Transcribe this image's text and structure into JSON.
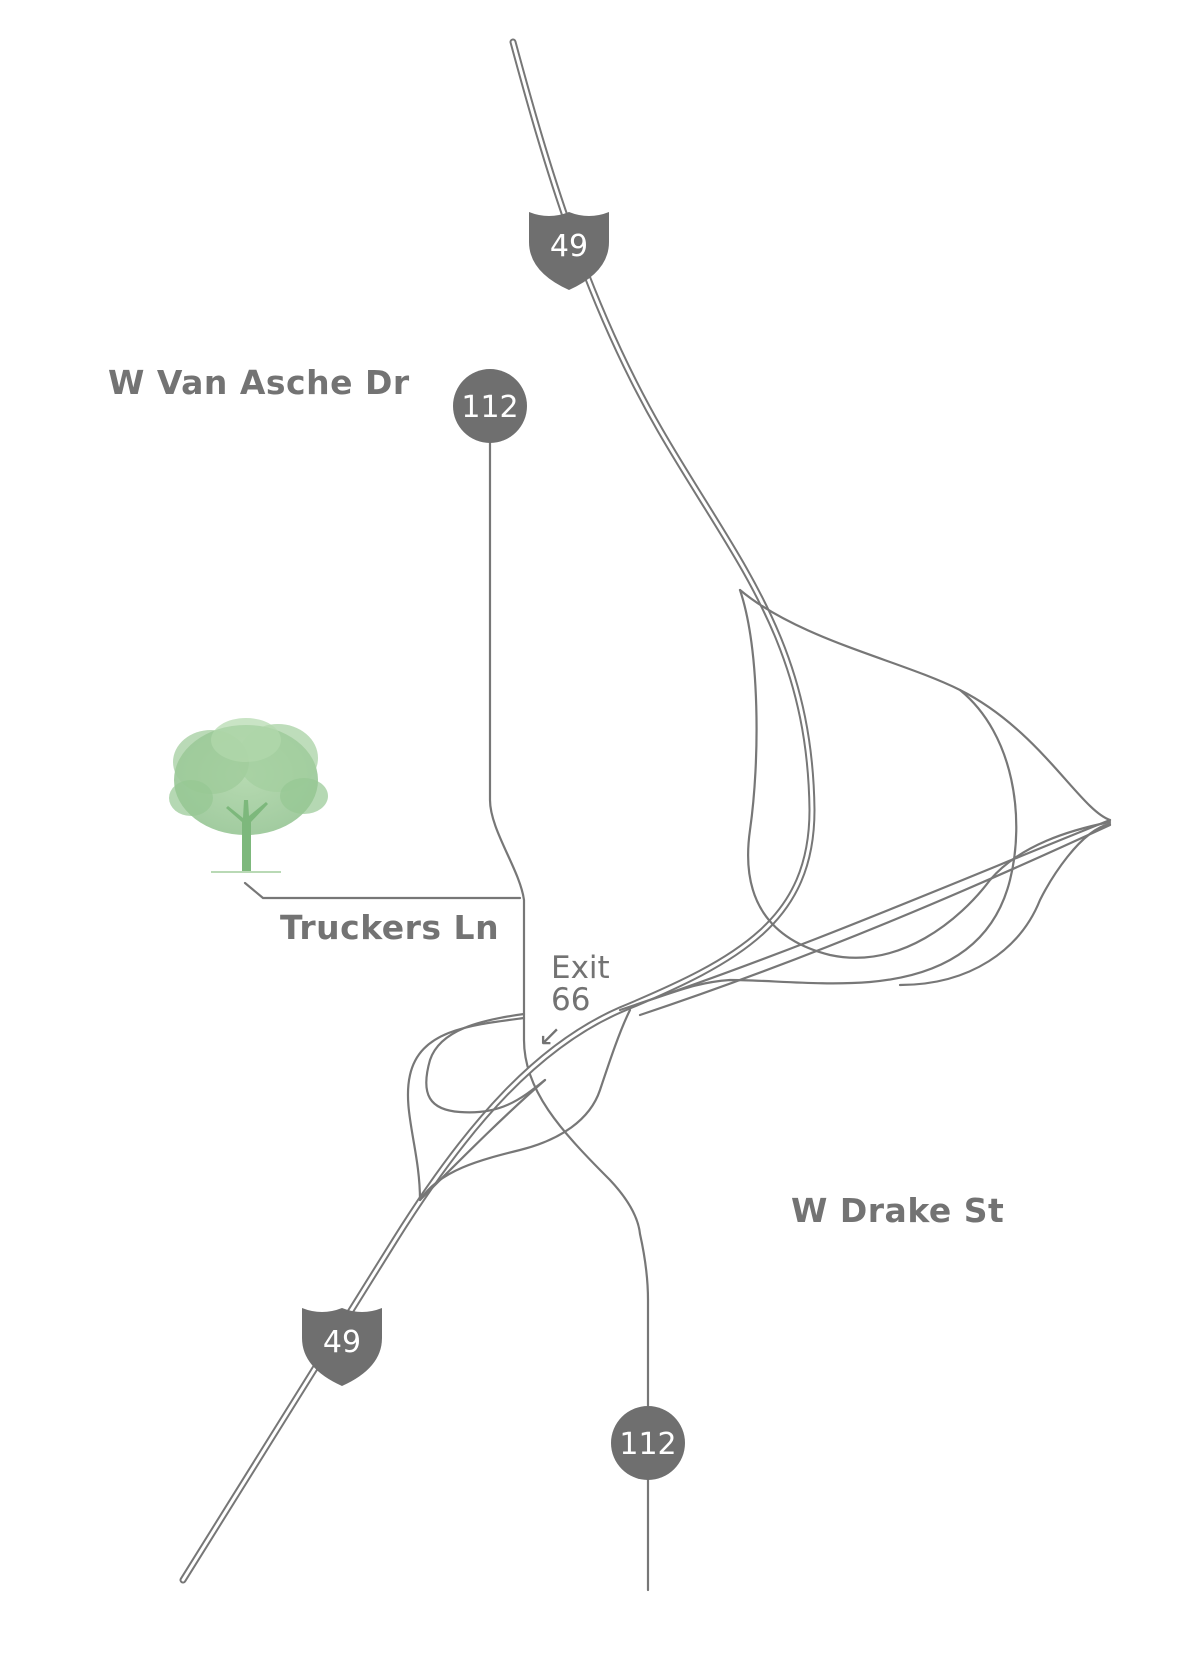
{
  "map": {
    "roads": {
      "west_van_asche": "W Van Asche Dr",
      "truckers": "Truckers Ln",
      "west_drake": "W Drake St"
    },
    "exit": {
      "line1": "Exit",
      "line2": "66",
      "arrow": "↙"
    },
    "shields": {
      "interstate_north": "49",
      "interstate_south": "49",
      "highway_north": "112",
      "highway_south": "112"
    },
    "colors": {
      "road": "#777777",
      "shield": "#6f6f6f",
      "label": "#737373",
      "tree": "#8cc08c"
    },
    "icons": {
      "tree": "tree-icon",
      "interstate": "interstate-shield-icon",
      "highway": "highway-circle-icon"
    }
  }
}
